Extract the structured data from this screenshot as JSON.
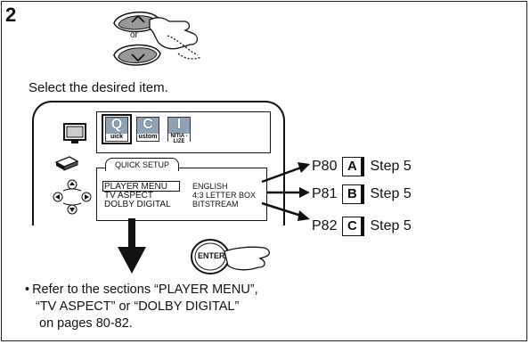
{
  "step": {
    "number": "2"
  },
  "remote": {
    "or_label": "or"
  },
  "instruction": "Select the desired item.",
  "icons": [
    {
      "letter": "Q",
      "sub": "uick",
      "name": "quick-setup-icon"
    },
    {
      "letter": "C",
      "sub": "ustom",
      "name": "custom-setup-icon"
    },
    {
      "letter": "I",
      "sub": "NITIA -LIZE",
      "name": "initialize-icon"
    }
  ],
  "menu": {
    "tab_label": "QUICK SETUP",
    "rows": [
      {
        "label": "PLAYER MENU",
        "value": "ENGLISH"
      },
      {
        "label": "TV ASPECT",
        "value": "4:3 LETTER BOX"
      },
      {
        "label": "DOLBY DIGITAL",
        "value": "BITSTREAM"
      }
    ]
  },
  "enter_button": {
    "label": "ENTER"
  },
  "references": [
    {
      "page": "P80",
      "letter": "A",
      "step": "Step 5"
    },
    {
      "page": "P81",
      "letter": "B",
      "step": "Step 5"
    },
    {
      "page": "P82",
      "letter": "C",
      "step": "Step 5"
    }
  ],
  "note": {
    "bullet": "•",
    "line1": "Refer to the sections “PLAYER MENU”,",
    "line2": "“TV ASPECT” or “DOLBY DIGITAL”",
    "line3": "on pages 80-82."
  },
  "colors": {
    "icon_fill": "#8fa1b5",
    "line": "#111111"
  }
}
